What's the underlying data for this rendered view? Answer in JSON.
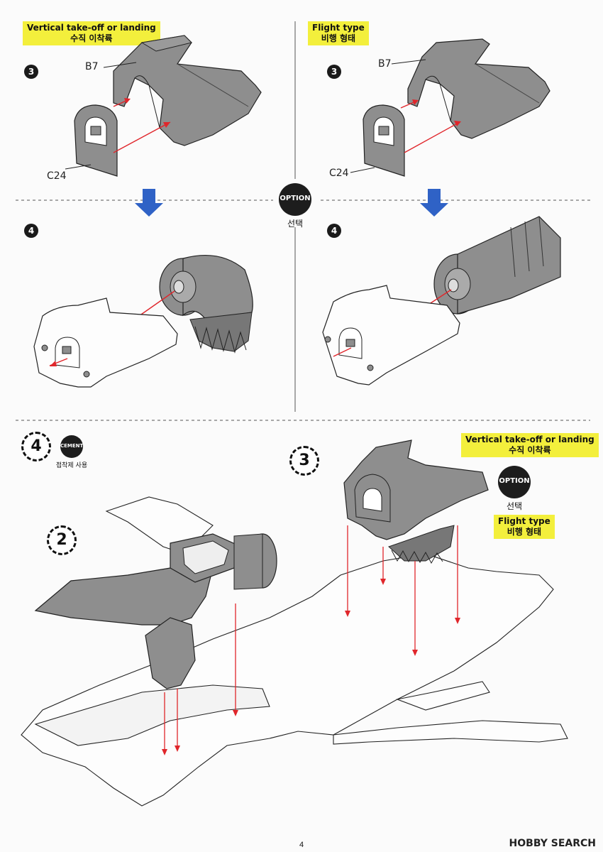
{
  "panels": {
    "top_left": {
      "label_en": "Vertical take-off or landing",
      "label_ko": "수직 이착륙",
      "step": "3",
      "part_a": "B7",
      "part_b": "C24"
    },
    "top_right": {
      "label_en": "Flight type",
      "label_ko": "비행 형태",
      "step": "3",
      "part_a": "B7",
      "part_b": "C24"
    },
    "mid_left": {
      "step": "4"
    },
    "mid_right": {
      "step": "4"
    }
  },
  "option_badge": {
    "text": "OPTION",
    "caption": "선택"
  },
  "bottom": {
    "step_big": "4",
    "cement": {
      "text": "CEMENT",
      "caption": "접착제 사용"
    },
    "sub_step_2": "2",
    "sub_step_3": "3",
    "label_vertical_en": "Vertical take-off or landing",
    "label_vertical_ko": "수직 이착륙",
    "option_text": "OPTION",
    "option_caption": "선택",
    "label_flight_en": "Flight type",
    "label_flight_ko": "비행 형태"
  },
  "footer": {
    "page": "4",
    "watermark": "HOBBY SEARCH"
  },
  "colors": {
    "part_gray": "#8e8e8e",
    "accent_red": "#e0262b",
    "arrow_blue": "#2f62c6",
    "label_yellow": "#f3ef3c"
  }
}
